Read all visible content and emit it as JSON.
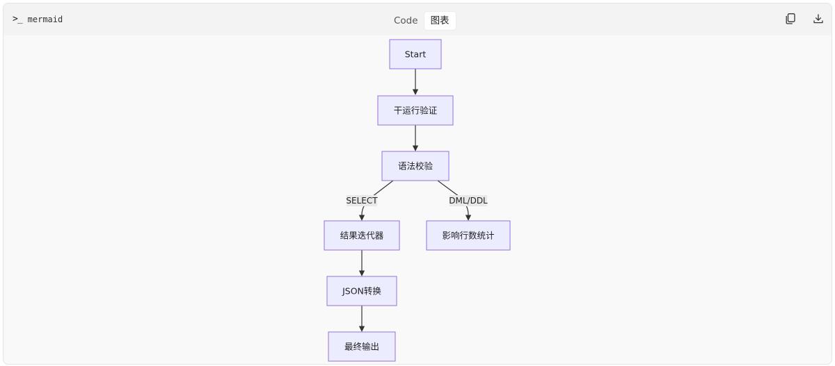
{
  "header": {
    "language_label": "mermaid",
    "language_icon": "terminal-prompt-icon",
    "tabs": [
      {
        "label": "Code",
        "active": false
      },
      {
        "label": "图表",
        "active": true
      }
    ],
    "actions": [
      {
        "icon": "copy-icon"
      },
      {
        "icon": "download-icon"
      }
    ]
  },
  "diagram": {
    "type": "flowchart-TD",
    "node_fill": "#ececff",
    "node_stroke": "#9370db",
    "nodes": [
      {
        "id": "start",
        "label": "Start"
      },
      {
        "id": "dryrun",
        "label": "干运行验证"
      },
      {
        "id": "syntax",
        "label": "语法校验"
      },
      {
        "id": "iter",
        "label": "结果迭代器"
      },
      {
        "id": "rows",
        "label": "影响行数统计"
      },
      {
        "id": "json",
        "label": "JSON转换"
      },
      {
        "id": "output",
        "label": "最终输出"
      }
    ],
    "edges": [
      {
        "from": "start",
        "to": "dryrun",
        "label": ""
      },
      {
        "from": "dryrun",
        "to": "syntax",
        "label": ""
      },
      {
        "from": "syntax",
        "to": "iter",
        "label": "SELECT"
      },
      {
        "from": "syntax",
        "to": "rows",
        "label": "DML/DDL"
      },
      {
        "from": "iter",
        "to": "json",
        "label": ""
      },
      {
        "from": "json",
        "to": "output",
        "label": ""
      }
    ]
  }
}
